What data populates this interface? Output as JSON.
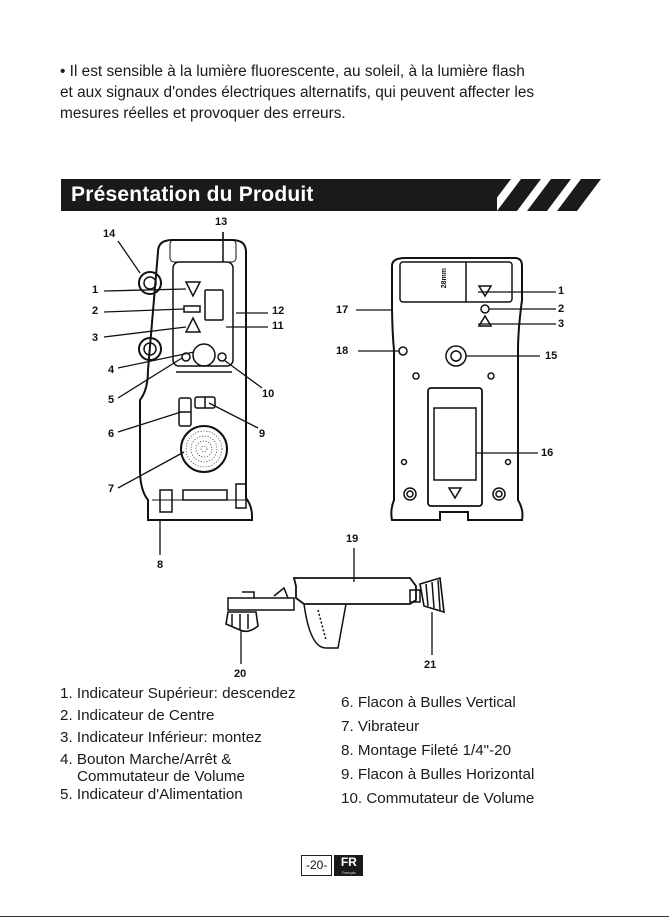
{
  "intro": {
    "bullet": "•",
    "lines": [
      "Il est sensible à la lumière fluorescente, au soleil, à la lumière flash",
      "et aux signaux d'ondes électriques alternatifs, qui peuvent affecter les",
      "mesures réelles et provoquer des erreurs."
    ]
  },
  "section": {
    "title": "Présentation du Produit"
  },
  "callouts": {
    "c1": "1",
    "c2": "2",
    "c3": "3",
    "c4": "4",
    "c5": "5",
    "c6": "6",
    "c7": "7",
    "c8": "8",
    "c9": "9",
    "c10": "10",
    "c11": "11",
    "c12": "12",
    "c13": "13",
    "c14": "14",
    "b1": "1",
    "b2": "2",
    "b3": "3",
    "c15": "15",
    "c16": "16",
    "c17": "17",
    "c18": "18",
    "c19": "19",
    "c20": "20",
    "c21": "21",
    "mark_label": "28mm"
  },
  "legend": {
    "left": [
      "1. Indicateur Supérieur: descendez",
      "2. Indicateur de Centre",
      "3. Indicateur Inférieur: montez",
      "4. Bouton Marche/Arrêt &",
      "Commutateur de Volume",
      "5. Indicateur d'Alimentation"
    ],
    "right": [
      "6. Flacon à Bulles Vertical",
      "7. Vibrateur",
      "8. Montage Fileté 1/4\"-20",
      "9. Flacon à Bulles Horizontal",
      "10. Commutateur de Volume"
    ]
  },
  "footer": {
    "page": "-20-",
    "lang": "FR",
    "lang_sub": "Français"
  }
}
